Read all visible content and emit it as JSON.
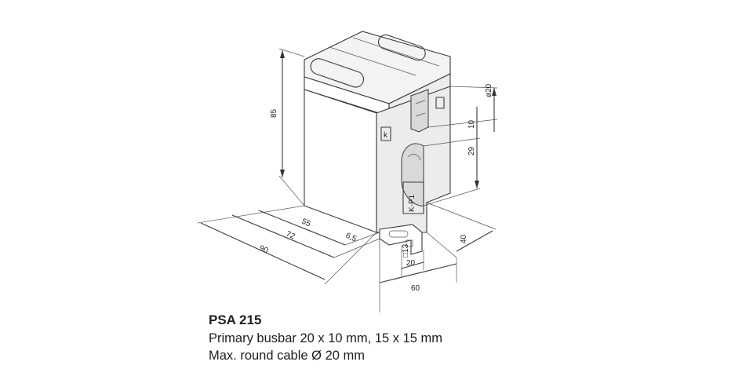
{
  "caption": {
    "model": "PSA 215",
    "spec_busbar": "Primary busbar 20 x 10 mm, 15 x 15 mm",
    "spec_cable": "Max. round cable Ø 20 mm"
  },
  "labels": {
    "terminal_k": "k",
    "marking": "K-P1"
  },
  "dimensions": {
    "height": "85",
    "depth_overall": "90",
    "depth_body": "72",
    "depth_window": "55",
    "offset": "6,5",
    "terminal_square": "□13",
    "busbar_width": "20",
    "front_width": "60",
    "side_depth": "40",
    "window_height": "29",
    "window_gap": "10",
    "cable_diameter": "ø20"
  }
}
